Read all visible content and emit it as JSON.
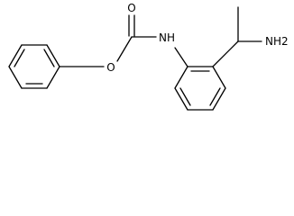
{
  "diagram": {
    "type": "chemical-structure",
    "atom_labels": {
      "carbonyl_oxygen": "O",
      "ester_oxygen": "O",
      "amide_nh": "NH",
      "amine_nh2": "NH2"
    }
  }
}
